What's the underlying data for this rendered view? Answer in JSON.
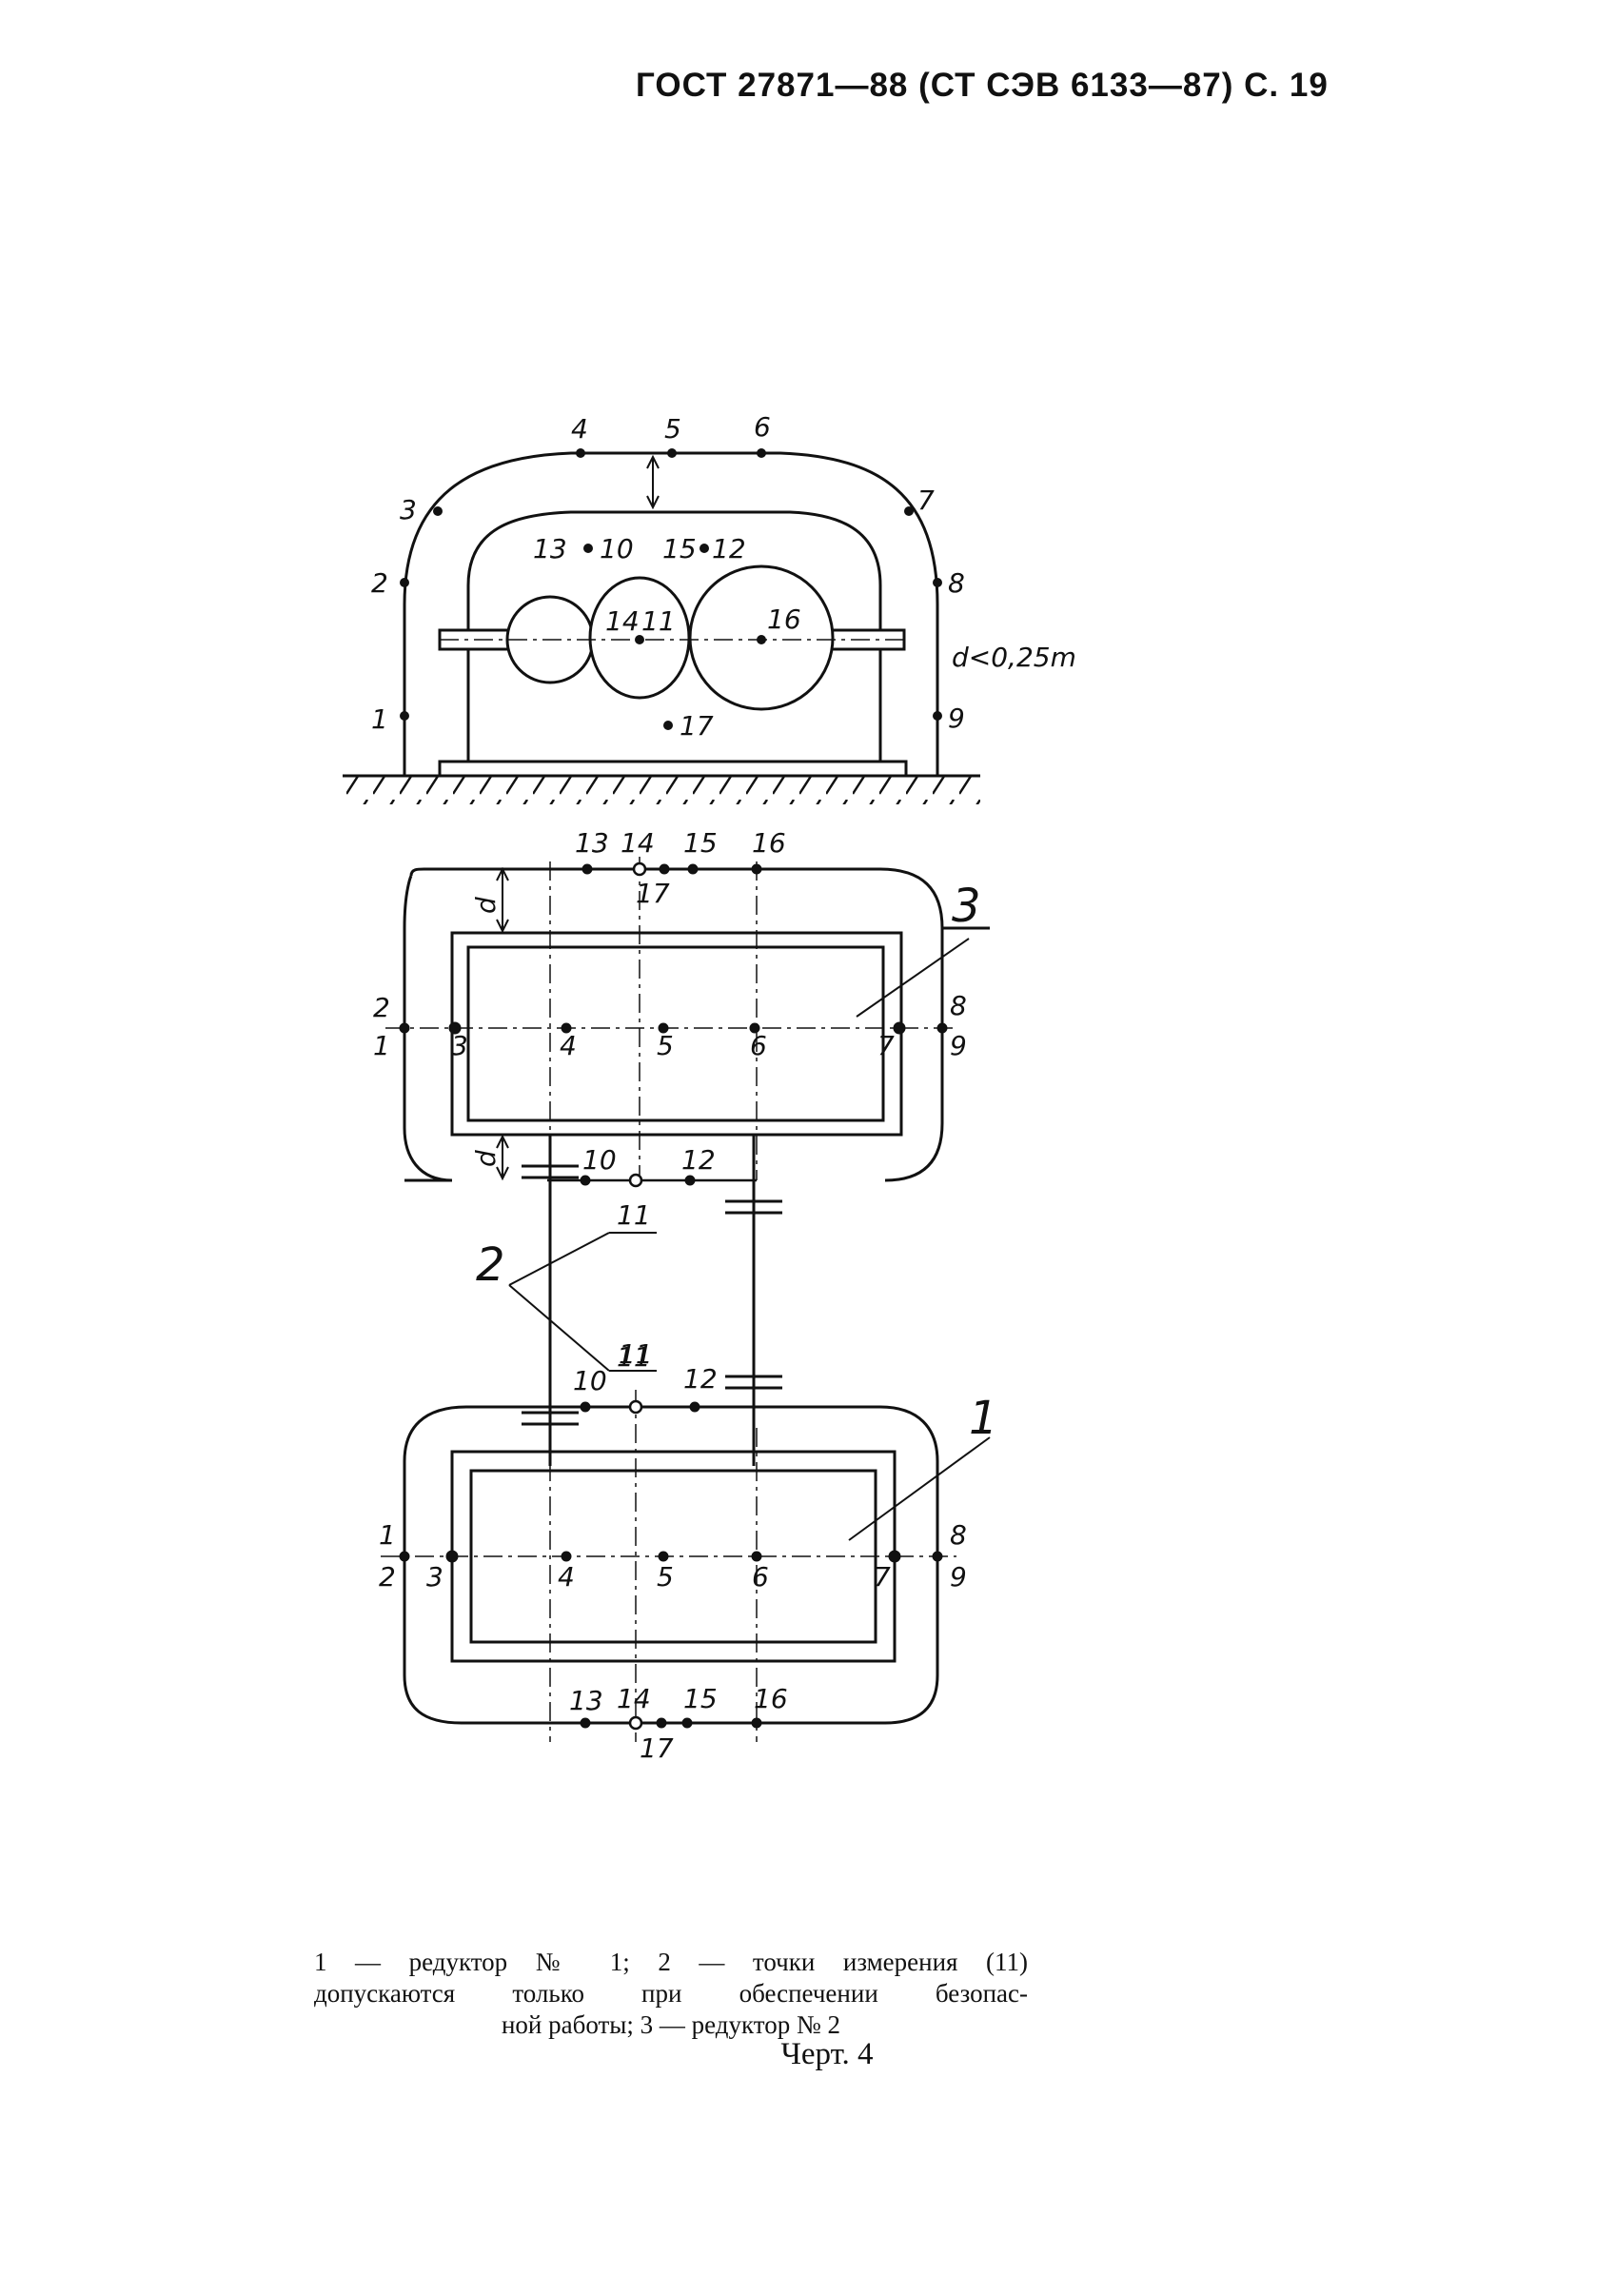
{
  "header": {
    "text": "ГОСТ 27871—88 (СТ СЭВ 6133—87) С. 19"
  },
  "diagram": {
    "side_view": {
      "points": [
        "1",
        "2",
        "3",
        "4",
        "5",
        "6",
        "7",
        "8",
        "9"
      ],
      "inner_points": [
        "10",
        "11",
        "12",
        "13",
        "14",
        "15",
        "16",
        "17"
      ],
      "distance_label": "d<0,25m"
    },
    "top_view_reducer3": {
      "label": "3",
      "points": [
        "1",
        "2",
        "3",
        "4",
        "5",
        "6",
        "7",
        "8",
        "9",
        "10",
        "11",
        "12",
        "13",
        "14",
        "15",
        "16",
        "17"
      ],
      "d_label": "d"
    },
    "pointer_label": "2",
    "top_view_reducer1": {
      "label": "1",
      "points": [
        "1",
        "2",
        "3",
        "4",
        "5",
        "6",
        "7",
        "8",
        "9",
        "10",
        "11",
        "12",
        "13",
        "14",
        "15",
        "16",
        "17"
      ]
    }
  },
  "caption": {
    "lines": [
      "1 — редуктор № 1; 2 — точки измерения (11)",
      "допускаются только при обеспечении безопас-",
      "ной работы; 3 — редуктор № 2"
    ]
  },
  "figure_label": "Черт. 4"
}
